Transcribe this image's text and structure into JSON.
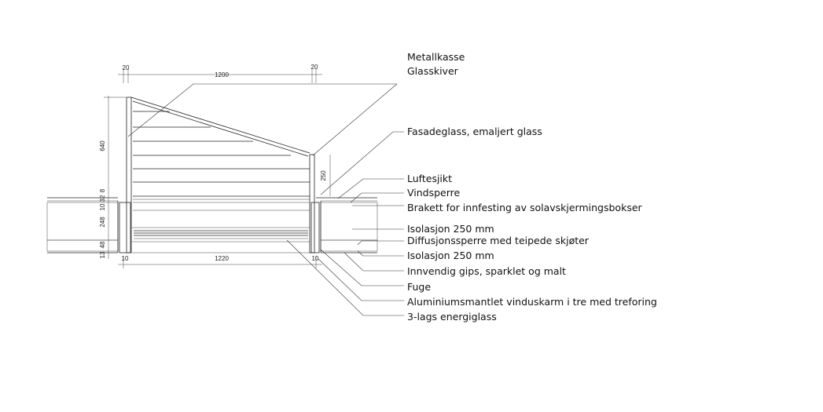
{
  "labels": [
    "Metallkasse",
    "Glasskiver",
    "Fasadeglass, emaljert glass",
    "Luftesjikt",
    "Vindsperre",
    "Brakett for innfesting av solavskjermingsbokser",
    "Isolasjon 250 mm",
    "Diffusjonssperre med teipede skjøter",
    "Isolasjon 250 mm",
    "Innvendig gips, sparklet og malt",
    "Fuge",
    "Aluminiumsmantlet vinduskarm i tre med treforing",
    "3-lags energiglass"
  ],
  "dimensions": {
    "top_left": "20",
    "top_width": "1200",
    "top_right": "20",
    "height_left": "640",
    "height_right": "250",
    "left_stack": [
      "8",
      "32",
      "10",
      "248",
      "48",
      "13"
    ],
    "bottom_left": "10",
    "bottom_width": "1220",
    "bottom_right": "10"
  },
  "colors": {
    "line": "#222222",
    "background": "#ffffff"
  }
}
